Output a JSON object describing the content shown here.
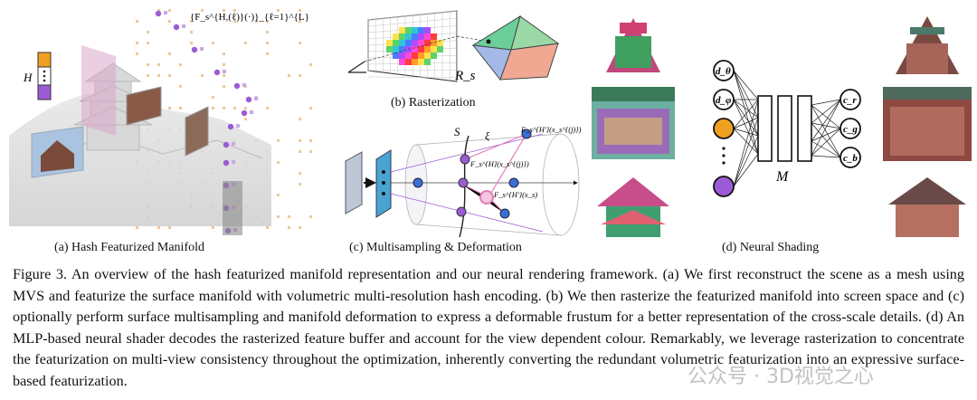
{
  "panels": {
    "a": {
      "label": "(a) Hash Featurized Manifold",
      "hash_symbol": "H",
      "feature_set": "{F_s^{H,(ℓ)}(·)}_{ℓ=1}^{L}"
    },
    "b": {
      "label": "(b) Rasterization",
      "rs_symbol": "R_s"
    },
    "c": {
      "label": "(c) Multisampling & Deformation",
      "s_symbol": "S",
      "xi_symbol": "ξ",
      "feature_xj_top": "F_s^{H'}(x_s^{(j)})",
      "feature_xj_mid": "F_s^{H}(x_s^{(j)})",
      "feature_xs": "F_s^{H'}(x_s)"
    },
    "d": {
      "label": "(d) Neural Shading",
      "inputs": [
        "d_θ",
        "d_φ"
      ],
      "outputs": [
        "c_r",
        "c_g",
        "c_b"
      ],
      "mlp_symbol": "M"
    }
  },
  "caption": {
    "figure_label": "Figure 3.",
    "text": "An overview of the hash featurized manifold representation and our neural rendering framework. (a) We first reconstruct the scene as a mesh using MVS and featurize the surface manifold with volumetric multi-resolution hash encoding. (b) We then rasterize the featurized manifold into screen space and (c) optionally perform surface multisampling and manifold deformation to express a deformable frustum for a better representation of the cross-scale details. (d) An MLP-based neural shader decodes the rasterized feature buffer and account for the view dependent colour. Remarkably, we leverage rasterization to concentrate the featurization on multi-view consistency throughout the optimization, inherently converting the redundant volumetric featurization into an expressive surface-based featurization."
  },
  "watermark": "公众号 · 3D视觉之心",
  "colors": {
    "orange": "#f0a020",
    "purple": "#9b5bd6",
    "blue": "#3a6fd8",
    "pink": "#e07ab8"
  }
}
